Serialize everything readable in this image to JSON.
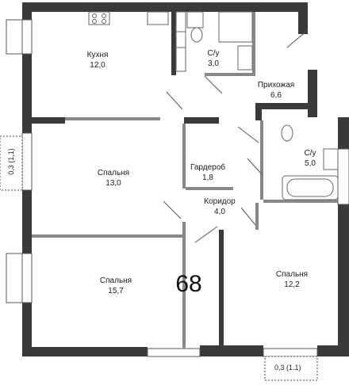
{
  "unit_number": "68",
  "rooms": [
    {
      "id": "kitchen",
      "name": "Кухня",
      "area": "12,0"
    },
    {
      "id": "bath1",
      "name": "С/у",
      "area": "3,0"
    },
    {
      "id": "hall",
      "name": "Прихожая",
      "area": "6,6"
    },
    {
      "id": "bath2",
      "name": "С/у",
      "area": "5,0"
    },
    {
      "id": "wardrobe",
      "name": "Гардероб",
      "area": "1,8"
    },
    {
      "id": "bedroom1",
      "name": "Спальня",
      "area": "13,0"
    },
    {
      "id": "corridor",
      "name": "Коридор",
      "area": "4,0"
    },
    {
      "id": "bedroom2",
      "name": "Спальня",
      "area": "15,7"
    },
    {
      "id": "bedroom3",
      "name": "Спальня",
      "area": "12,2"
    }
  ],
  "balconies": [
    {
      "id": "balcony-left",
      "label": "0,3 (1,1)"
    },
    {
      "id": "balcony-bottom",
      "label": "0,3 (1.1)"
    }
  ]
}
